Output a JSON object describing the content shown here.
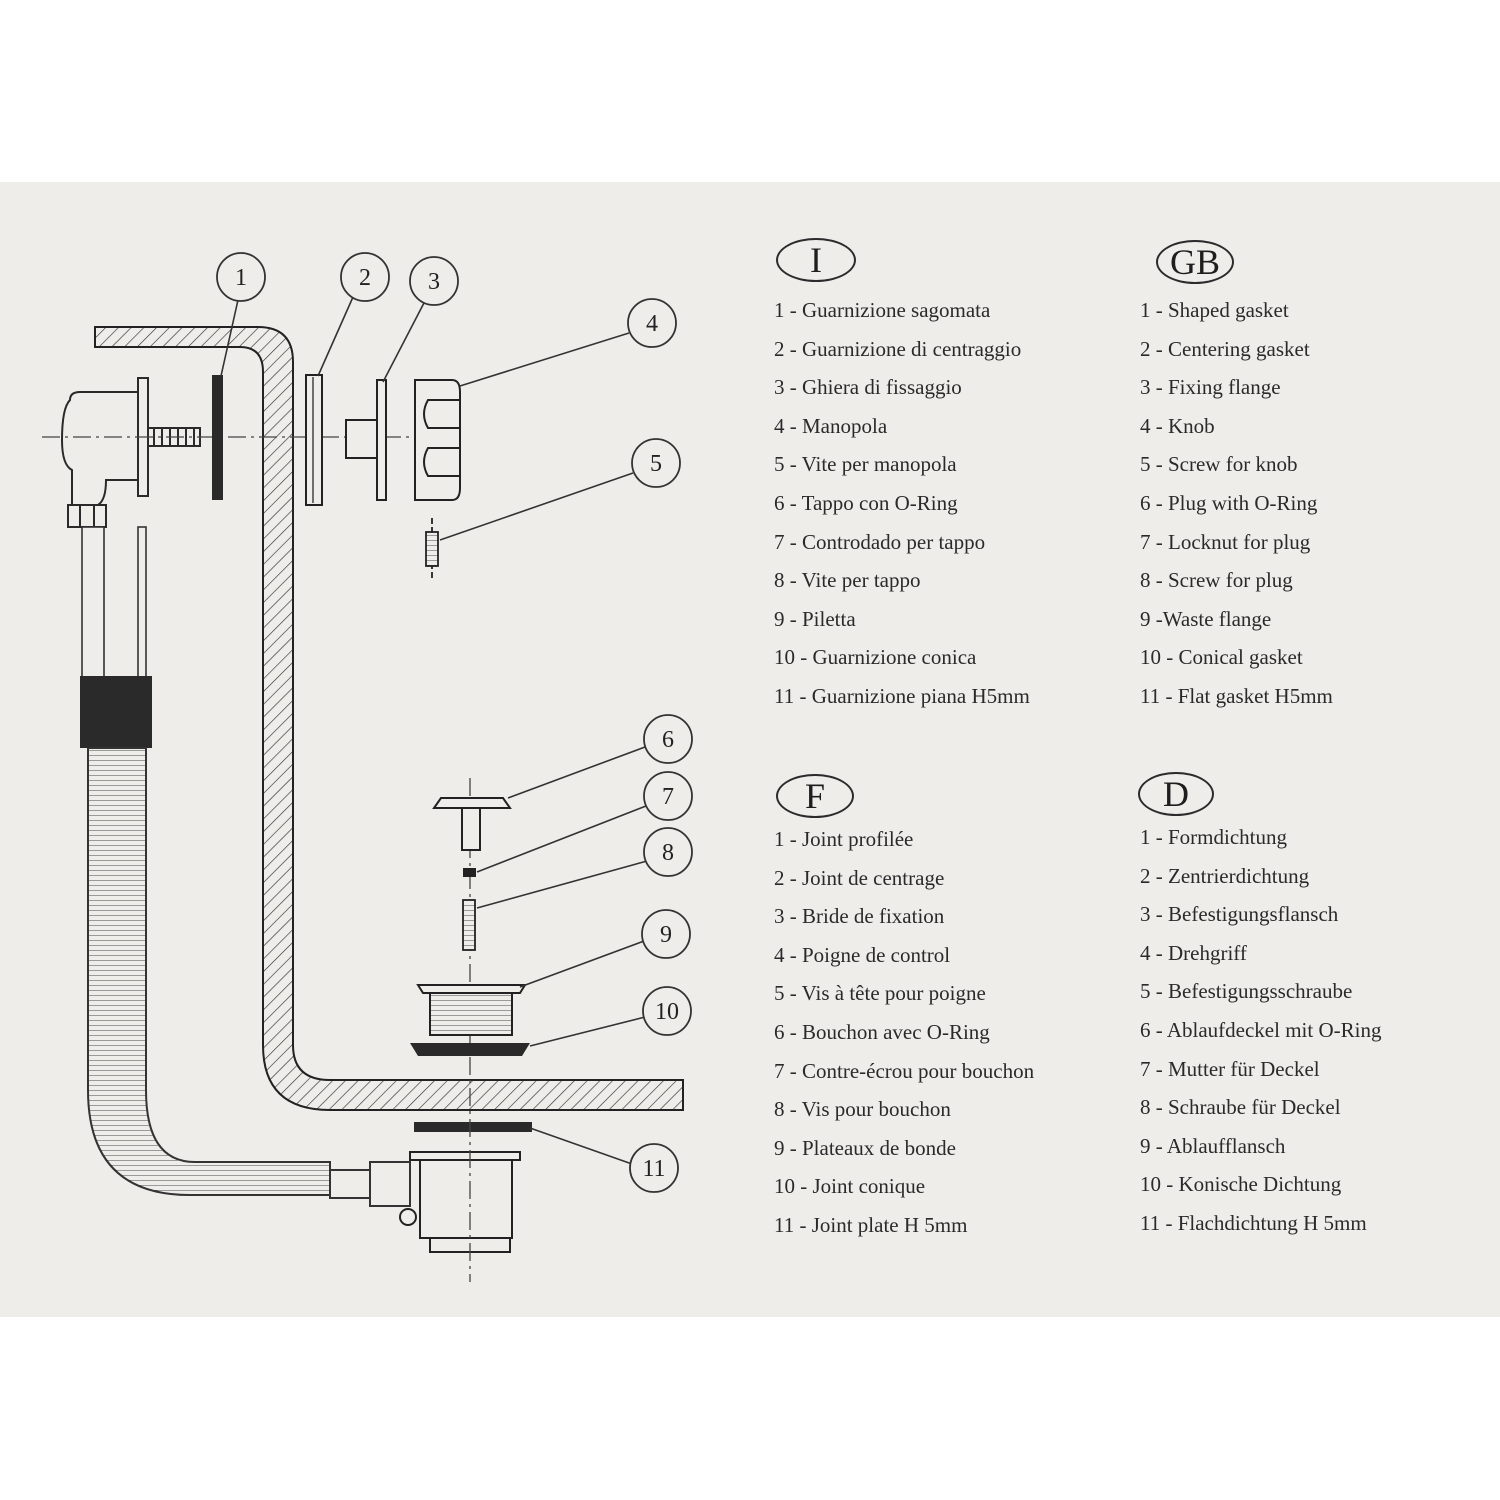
{
  "diagram": {
    "callouts": [
      "1",
      "2",
      "3",
      "4",
      "5",
      "6",
      "7",
      "8",
      "9",
      "10",
      "11"
    ]
  },
  "legends": [
    {
      "code": "I",
      "items": [
        "1 - Guarnizione sagomata",
        "2 - Guarnizione di centraggio",
        "3 - Ghiera di fissaggio",
        "4 - Manopola",
        "5 - Vite per manopola",
        "6 - Tappo con O-Ring",
        "7 - Controdado per tappo",
        "8 - Vite per tappo",
        "9 - Piletta",
        "10 - Guarnizione conica",
        "11 - Guarnizione piana H5mm"
      ]
    },
    {
      "code": "GB",
      "items": [
        "1 - Shaped gasket",
        "2 - Centering gasket",
        "3 - Fixing flange",
        "4 - Knob",
        "5 - Screw for knob",
        "6 - Plug with O-Ring",
        "7 - Locknut for plug",
        "8 - Screw for plug",
        "9 -Waste flange",
        "10 - Conical gasket",
        "11 - Flat gasket H5mm"
      ]
    },
    {
      "code": "F",
      "items": [
        "1 - Joint profilée",
        "2 - Joint de centrage",
        "3 - Bride de fixation",
        "4 - Poigne de control",
        "5 - Vis à tête pour poigne",
        "6 - Bouchon avec O-Ring",
        "7 - Contre-écrou pour bouchon",
        "8 - Vis pour bouchon",
        "9 - Plateaux de bonde",
        "10 - Joint conique",
        "11 - Joint plate H 5mm"
      ]
    },
    {
      "code": "D",
      "items": [
        "1 - Formdichtung",
        "2 - Zentrierdichtung",
        "3 - Befestigungsflansch",
        "4 - Drehgriff",
        "5 - Befestigungsschraube",
        "6 - Ablaufdeckel mit O-Ring",
        "7 - Mutter für Deckel",
        "8 - Schraube für Deckel",
        "9 - Ablaufflansch",
        "10 - Konische Dichtung",
        "11 - Flachdichtung H 5mm"
      ]
    }
  ]
}
